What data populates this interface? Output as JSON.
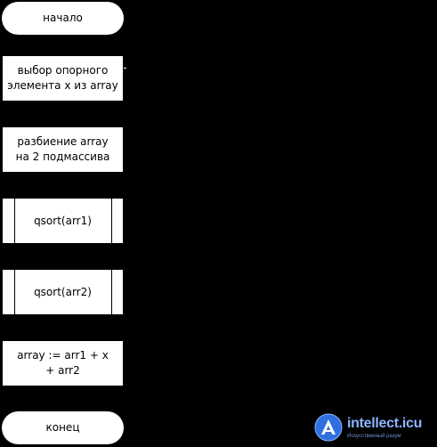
{
  "flowchart": {
    "start": "начало",
    "select_pivot": "выбор опорного\nэлемента x из array",
    "partition": "разбиение array\nна 2 подмассива",
    "sort_first": "qsort(arr1)",
    "sort_second": "qsort(arr2)",
    "combine": "array := arr1 + x\n+ arr2",
    "end": "конец"
  },
  "watermark": {
    "name": "intellect.icu",
    "tagline": "Искусственный разум",
    "icon": "intellect-logo-icon"
  },
  "colors": {
    "background": "#000000",
    "shape_fill": "#ffffff",
    "logo": "#8cb4ff"
  }
}
